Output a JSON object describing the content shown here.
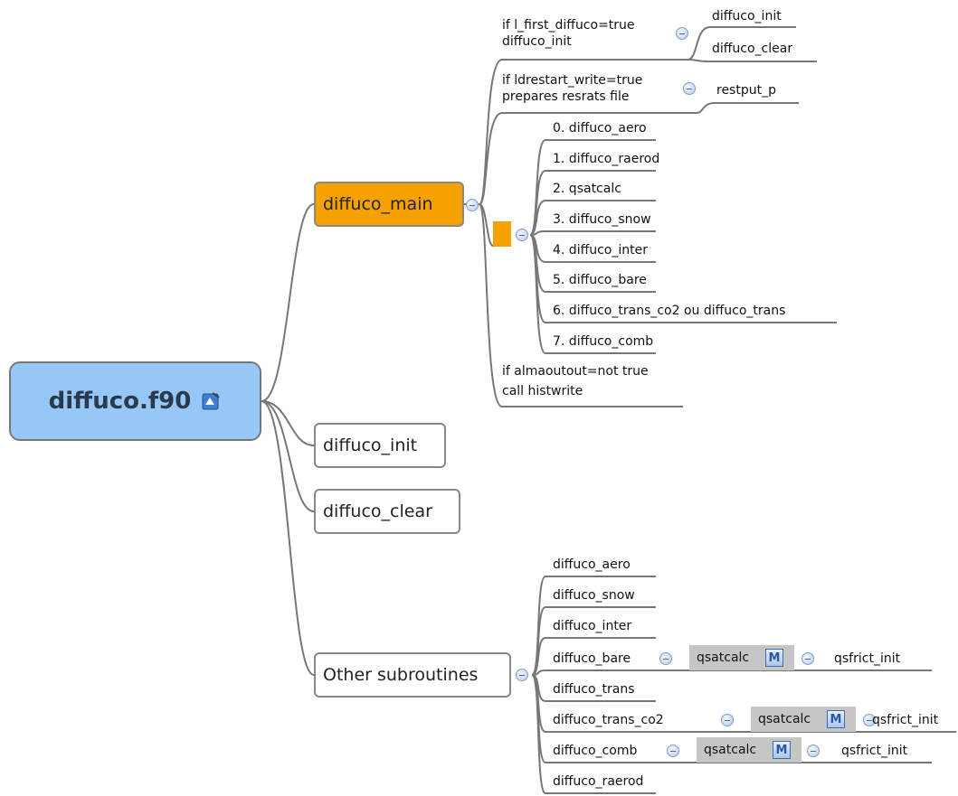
{
  "root": {
    "title": "diffuco.f90",
    "icon": "app-document-icon"
  },
  "level1": {
    "main": "diffuco_main",
    "init": "diffuco_init",
    "clear": "diffuco_clear",
    "other": "Other subroutines"
  },
  "main_children": {
    "first": {
      "line1": "if l_first_diffuco=true",
      "line2": "diffuco_init",
      "subs": [
        "diffuco_init",
        "diffuco_clear"
      ]
    },
    "restart": {
      "line1": "if ldrestart_write=true",
      "line2": "prepares resrats file",
      "sub": "restput_p"
    },
    "steps": [
      "0. diffuco_aero",
      "1. diffuco_raerod",
      "2. qsatcalc",
      "3. diffuco_snow",
      "4. diffuco_inter",
      "5. diffuco_bare",
      "6. diffuco_trans_co2 ou diffuco_trans",
      "7. diffuco_comb"
    ],
    "alma": {
      "line1": "if almaoutout=not true",
      "line2": "call histwrite"
    }
  },
  "other_children": {
    "items": [
      "diffuco_aero",
      "diffuco_snow",
      "diffuco_inter",
      "diffuco_bare",
      "diffuco_trans",
      "diffuco_trans_co2",
      "diffuco_comb",
      "diffuco_raerod"
    ],
    "qsatcalc": "qsatcalc",
    "m_label": "M",
    "qsfrict": "qsfrict_init"
  },
  "colors": {
    "root_fill": "#97c7f6",
    "main_fill": "#f5a100",
    "connector": "#777777"
  }
}
